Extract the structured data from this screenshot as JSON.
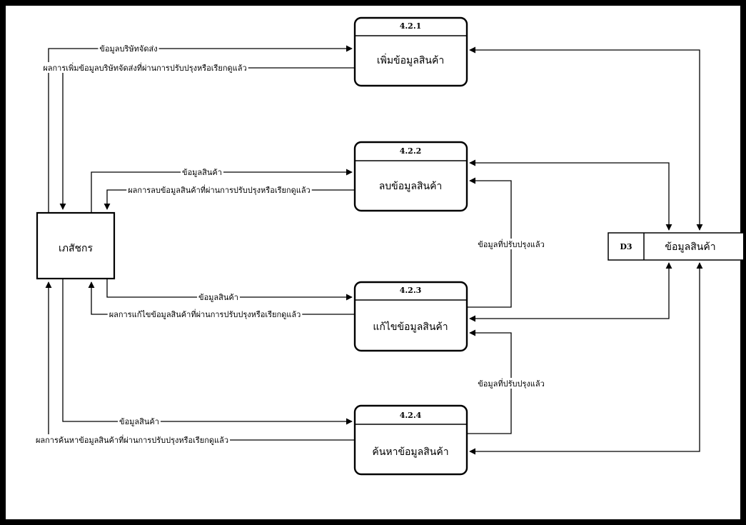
{
  "entity": {
    "label": "เภสัชกร"
  },
  "datastore": {
    "id": "D3",
    "label": "ข้อมูลสินค้า"
  },
  "processes": [
    {
      "id": "4.2.1",
      "name": "เพิ่มข้อมูลสินค้า"
    },
    {
      "id": "4.2.2",
      "name": "ลบข้อมูลสินค้า"
    },
    {
      "id": "4.2.3",
      "name": "แก้ไขข้อมูลสินค้า"
    },
    {
      "id": "4.2.4",
      "name": "ค้นหาข้อมูลสินค้า"
    }
  ],
  "flows": {
    "f1_in": "ข้อมูลบริษัทจัดส่ง",
    "f1_out": "ผลการเพิ่มข้อมูลบริษัทจัดส่งที่ผ่านการปรับปรุงหรือเรียกดูแล้ว",
    "f2_in": "ข้อมูลสินค้า",
    "f2_out": "ผลการลบข้อมูลสินค้าที่ผ่านการปรับปรุงหรือเรียกดูแล้ว",
    "f3_in": "ข้อมูลสินค้า",
    "f3_out": "ผลการแก้ไขข้อมูลสินค้าที่ผ่านการปรับปรุงหรือเรียกดูแล้ว",
    "f4_in": "ข้อมูลสินค้า",
    "f4_out": "ผลการค้นหาข้อมูลสินค้าที่ผ่านการปรับปรุงหรือเรียกดูแล้ว",
    "upd_32": "ข้อมูลที่ปรับปรุงแล้ว",
    "upd_43": "ข้อมูลที่ปรับปรุงแล้ว"
  },
  "colors": {
    "line": "#000000",
    "border": "#000000",
    "background": "#ffffff"
  }
}
